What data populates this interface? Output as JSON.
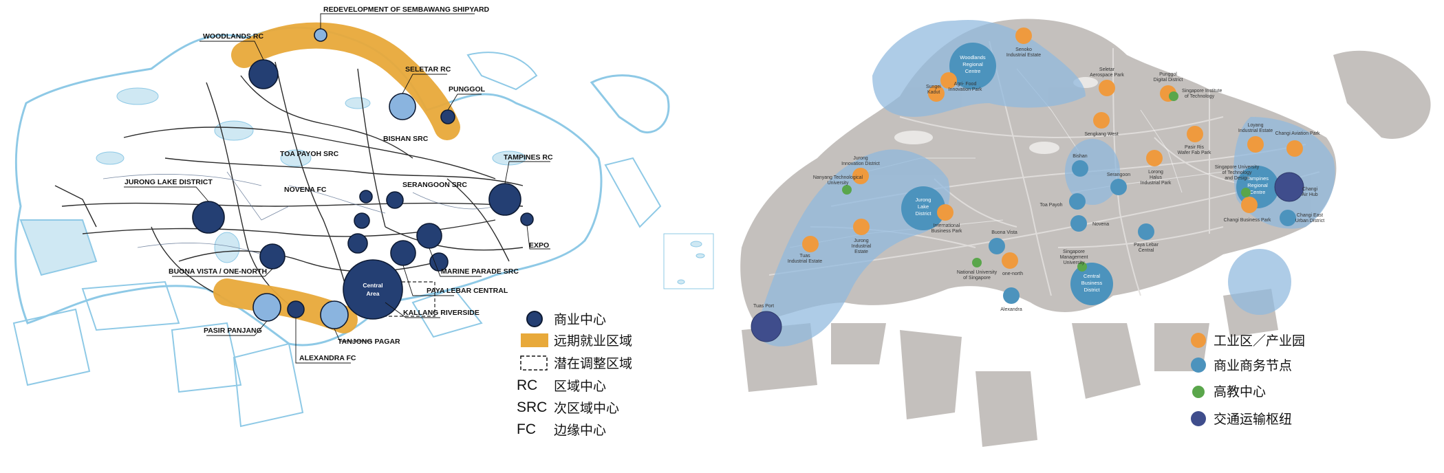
{
  "left_map": {
    "places": {
      "sembawang": "REDEVELOPMENT OF SEMBAWANG SHIPYARD",
      "woodlands": "WOODLANDS RC",
      "seletar": "SELETAR RC",
      "punggol": "PUNGGOL",
      "toa_payoh": "TOA PAYOH SRC",
      "bishan": "BISHAN SRC",
      "serangoon": "SERANGOON SRC",
      "tampines": "TAMPINES RC",
      "jurong": "JURONG LAKE DISTRICT",
      "novena": "NOVENA FC",
      "expo": "EXPO",
      "buona_vista": "BUONA VISTA / ONE-NORTH",
      "marine_parade": "MARINE PARADE SRC",
      "paya_lebar": "PAYA LEBAR CENTRAL",
      "kallang": "KALLANG RIVERSIDE",
      "pasir_panjang": "PASIR PANJANG",
      "tanjong_pagar": "TANJONG PAGAR",
      "alexandra": "ALEXANDRA FC",
      "central_1": "Central",
      "central_2": "Area"
    },
    "legend": {
      "commercial_center": "商业中心",
      "future_employment": "远期就业区域",
      "potential_adjustment": "潜在调整区域",
      "rc_abbr": "RC",
      "rc_desc": "区域中心",
      "src_abbr": "SRC",
      "src_desc": "次区域中心",
      "fc_abbr": "FC",
      "fc_desc": "边缘中心"
    },
    "colors": {
      "water": "#cfe8f3",
      "coast": "#8ec9e6",
      "corridor": "#e8a93a",
      "dark_node": "#243f73",
      "light_node": "#8ab4df"
    }
  },
  "right_map": {
    "places": {
      "woodlands_1": "Woodlands",
      "woodlands_2": "Regional",
      "woodlands_3": "Centre",
      "jurong_1": "Jurong",
      "jurong_2": "Lake",
      "jurong_3": "District",
      "tampines_1": "Tampines",
      "tampines_2": "Regional",
      "tampines_3": "Centre",
      "cbd_1": "Central",
      "cbd_2": "Business",
      "cbd_3": "District",
      "senoko_1": "Senoko",
      "senoko_2": "Industrial Estate",
      "sungei_kadut_1": "Sungei",
      "sungei_kadut_2": "Kadut",
      "agri_food_1": "Agri- Food",
      "agri_food_2": "Innovation Park",
      "seletar_aero_1": "Seletar",
      "seletar_aero_2": "Aerospace Park",
      "punggol_dd_1": "Punggol",
      "punggol_dd_2": "Digital District",
      "sit_1": "Singapore Institute",
      "sit_2": "of Technology",
      "sengkang_west": "Sengkang West",
      "pasir_ris_1": "Pasir Ris",
      "pasir_ris_2": "Wafer Fab Park",
      "loyang_1": "Loyang",
      "loyang_2": "Industrial Estate",
      "changi_aviation": "Changi Aviation Park",
      "jid_1": "Jurong",
      "jid_2": "Innovation District",
      "ntu_1": "Nanyang Technological",
      "ntu_2": "University",
      "sutd_1": "Singapore University",
      "sutd_2": "of Technology",
      "sutd_3": "and Design",
      "changi_air_hub_1": "Changi",
      "changi_air_hub_2": "Air Hub",
      "changi_east_1": "Changi East",
      "changi_east_2": "Urban District",
      "changi_bp": "Changi Business Park",
      "bishan": "Bishan",
      "serangoon": "Serangoon",
      "lorong_halus_1": "Lorong",
      "lorong_halus_2": "Halus",
      "lorong_halus_3": "Industrial Park",
      "toa_payoh": "Toa Payoh",
      "novena": "Novena",
      "paya_lebar_1": "Paya Lebar",
      "paya_lebar_2": "Central",
      "ibp_1": "International",
      "ibp_2": "Business Park",
      "jie_1": "Jurong",
      "jie_2": "Industrial",
      "jie_3": "Estate",
      "buona_vista": "Buona Vista",
      "one_north": "one-north",
      "nus_1": "National University",
      "nus_2": "of Singapore",
      "smu_1": "Singapore",
      "smu_2": "Management",
      "smu_3": "University",
      "alexandra": "Alexandra",
      "tuas_ie_1": "Tuas",
      "tuas_ie_2": "Industrial Estate",
      "tuas_port": "Tuas Port"
    },
    "legend": {
      "industrial": "工业区／产业园",
      "commercial": "商业商务节点",
      "education": "高教中心",
      "transport": "交通运输枢纽"
    },
    "colors": {
      "land": "#c4c0bd",
      "roads": "#e3e0de",
      "region": "#8fb9de",
      "industrial": "#ef9a3e",
      "commercial": "#4c93bd",
      "education": "#5aa64b",
      "transport": "#3f4d8c"
    }
  }
}
